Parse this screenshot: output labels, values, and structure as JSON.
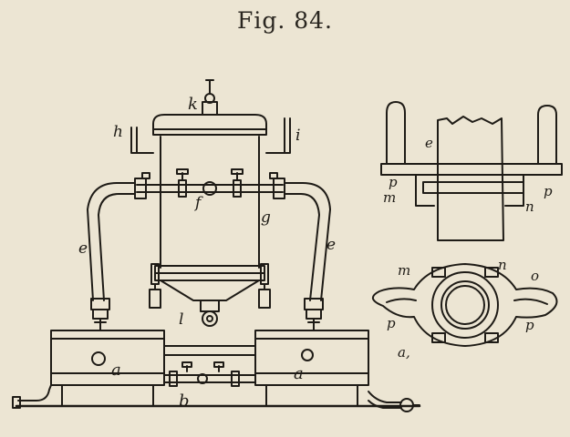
{
  "figure": {
    "caption": "Fig. 84.",
    "colors": {
      "paper": "#ece5d3",
      "ink": "#1e1b16"
    },
    "labels": {
      "k": "k",
      "h": "h",
      "i": "i",
      "f": "f",
      "g": "g",
      "e_left": "e",
      "e_right": "e",
      "l": "l",
      "a_left": "a",
      "a_right": "a",
      "b": "b",
      "detail_top_e": "e",
      "detail_top_p_left": "p",
      "detail_top_m": "m",
      "detail_top_p_right": "p",
      "detail_top_n": "n",
      "detail_bottom_m": "m",
      "detail_bottom_n": "n",
      "detail_bottom_o": "o",
      "detail_bottom_p_left": "p",
      "detail_bottom_p_right": "p",
      "detail_bottom_a1": "a,"
    }
  }
}
